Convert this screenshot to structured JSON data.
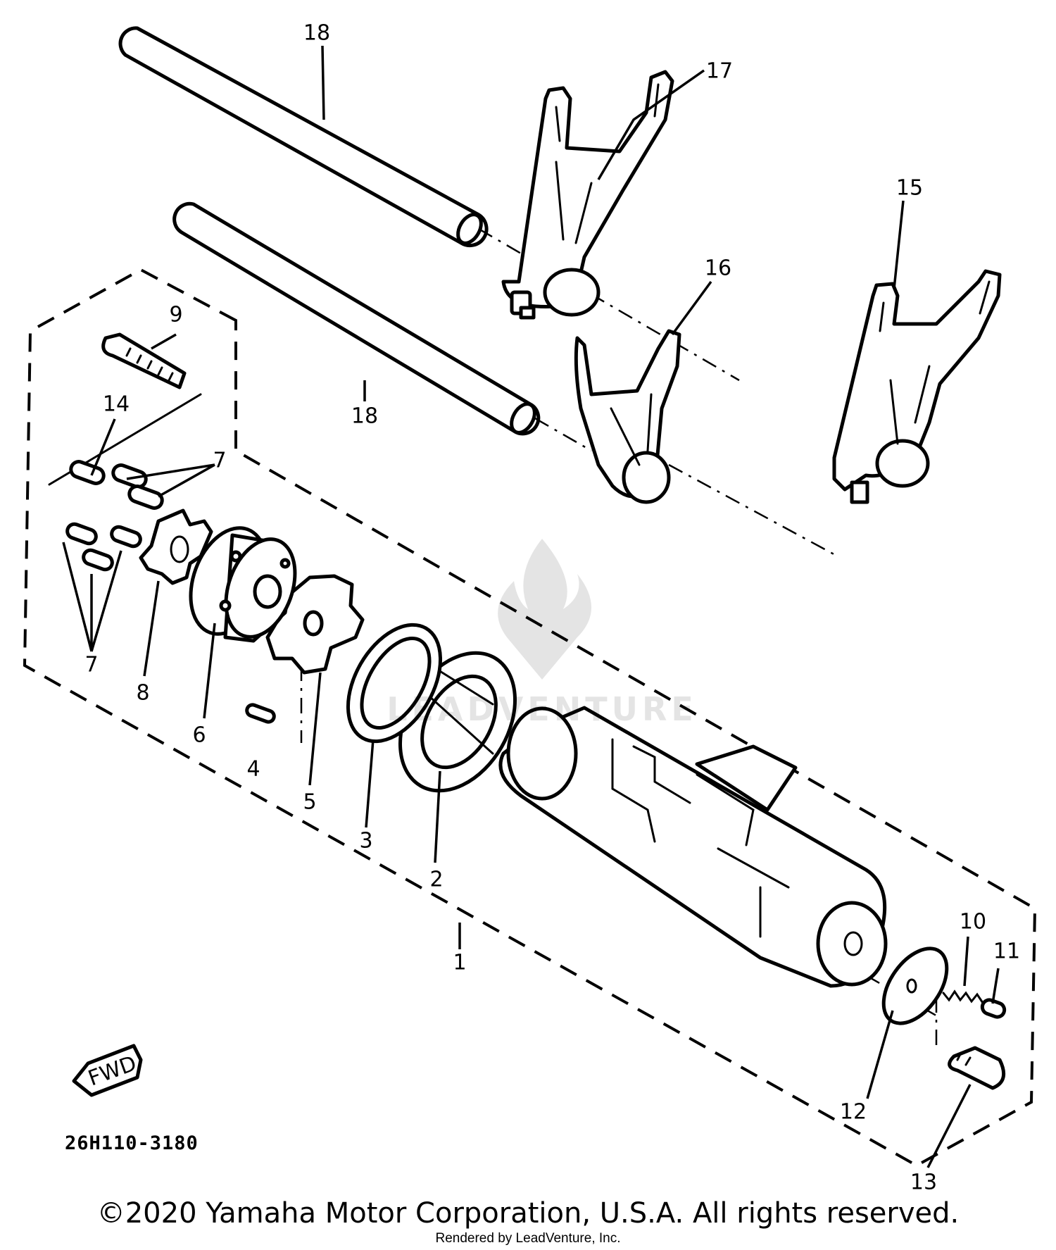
{
  "callouts": {
    "p1": "1",
    "p2": "2",
    "p3": "3",
    "p4": "4",
    "p5": "5",
    "p6": "6",
    "p7a": "7",
    "p7b": "7",
    "p8": "8",
    "p9": "9",
    "p10": "10",
    "p11": "11",
    "p12": "12",
    "p13": "13",
    "p14": "14",
    "p15": "15",
    "p16": "16",
    "p17": "17",
    "p18a": "18",
    "p18b": "18"
  },
  "fwd_label": "FWD",
  "diagram_code": "26H110-3180",
  "copyright": "©2020 Yamaha Motor Corporation, U.S.A. All rights reserved.",
  "rendered_by": "Rendered by LeadVenture, Inc.",
  "watermark_text": "LEADVENTURE",
  "colors": {
    "ink": "#000000",
    "paper": "#ffffff"
  }
}
